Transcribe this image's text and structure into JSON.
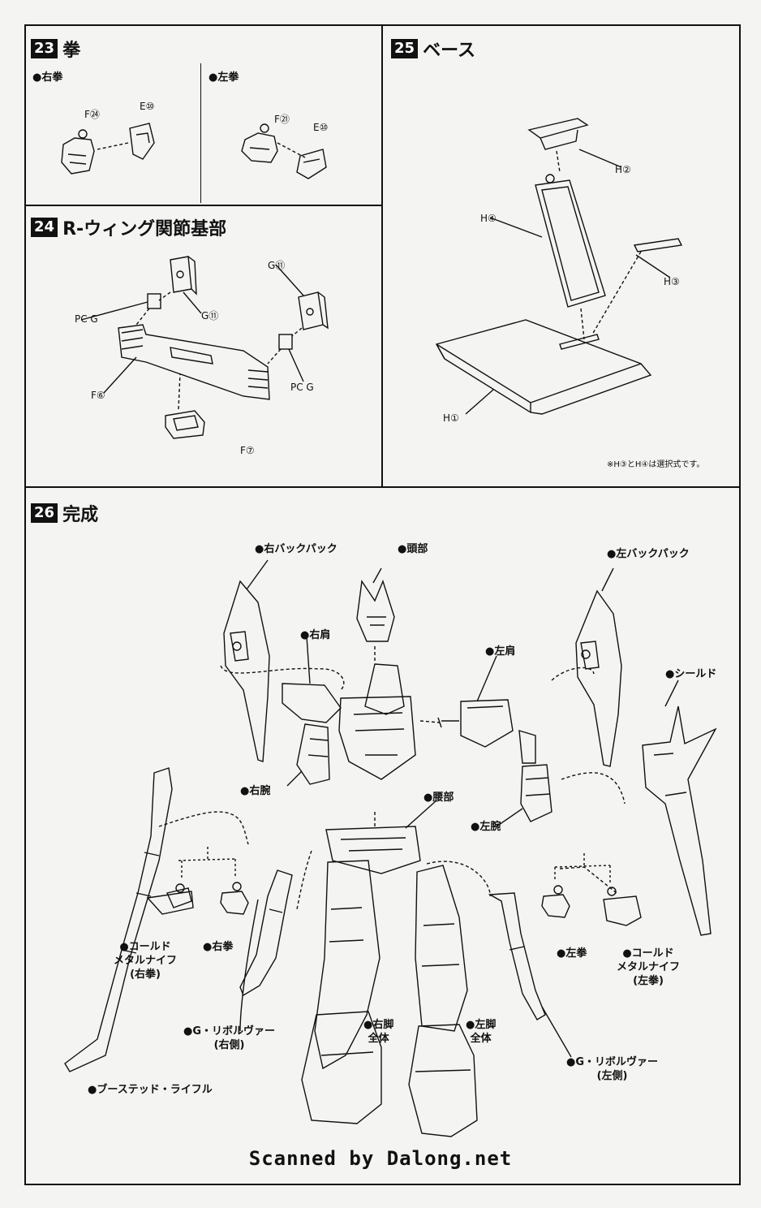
{
  "steps": {
    "s23": {
      "num": "23",
      "title": "拳",
      "right": {
        "title": "●右拳",
        "parts": [
          "F㉔",
          "E⑩"
        ]
      },
      "left": {
        "title": "●左拳",
        "parts": [
          "F㉑",
          "E⑩"
        ]
      }
    },
    "s24": {
      "num": "24",
      "title": "R-ウィング関節基部",
      "parts": [
        "G⑪",
        "G⑪",
        "PC G",
        "PC G",
        "F⑥",
        "F⑦"
      ]
    },
    "s25": {
      "num": "25",
      "title": "ベース",
      "parts": [
        "H②",
        "H④",
        "H③",
        "H①"
      ],
      "note": "※H③とH④は選択式です。"
    },
    "s26": {
      "num": "26",
      "title": "完成",
      "callouts": [
        "●右バックパック",
        "●頭部",
        "●左バックパック",
        "●右肩",
        "●左肩",
        "●シールド",
        "●右腕",
        "●腰部",
        "●左腕",
        "●コールド\nメタルナイフ\n(右拳)",
        "●右拳",
        "●左拳",
        "●コールド\nメタルナイフ\n(左拳)",
        "●右脚\n全体",
        "●左脚\n全体",
        "●G・リボルヴァー\n(右側)",
        "●G・リボルヴァー\n(左側)",
        "●ブーステッド・ライフル"
      ]
    }
  },
  "footer": "Scanned by Dalong.net"
}
